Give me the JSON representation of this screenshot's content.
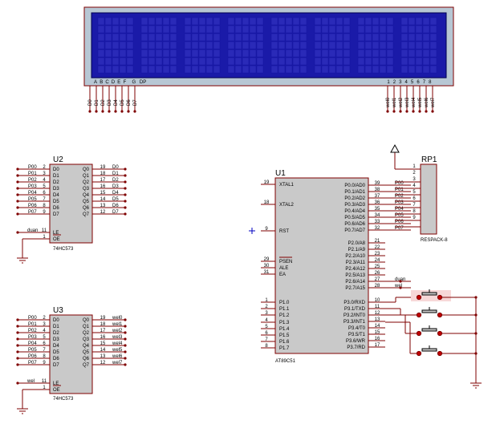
{
  "display": {
    "seg_labels": [
      "A",
      "B",
      "C",
      "D",
      "E",
      "F",
      "G",
      "DP"
    ],
    "digit_labels": [
      "1",
      "2",
      "3",
      "4",
      "5",
      "6",
      "7",
      "8"
    ],
    "seg_nets": [
      "D0",
      "D1",
      "D2",
      "D3",
      "D4",
      "D5",
      "D6",
      "D7"
    ],
    "digit_nets": [
      "wel0",
      "wel1",
      "wel2",
      "wel3",
      "wel4",
      "wel5",
      "wel6",
      "wel7"
    ]
  },
  "u2": {
    "ref": "U2",
    "part": "74HC573",
    "left_nets": [
      "P00",
      "P01",
      "P02",
      "P03",
      "P04",
      "P05",
      "P06",
      "P07"
    ],
    "left_pinno": [
      "2",
      "3",
      "4",
      "5",
      "6",
      "7",
      "8",
      "9"
    ],
    "left_pins": [
      "D0",
      "D1",
      "D2",
      "D3",
      "D4",
      "D5",
      "D6",
      "D7"
    ],
    "right_pins": [
      "Q0",
      "Q1",
      "Q2",
      "Q3",
      "Q4",
      "Q5",
      "Q6",
      "Q7"
    ],
    "right_pinno": [
      "19",
      "18",
      "17",
      "16",
      "15",
      "14",
      "13",
      "12"
    ],
    "right_nets": [
      "D0",
      "D1",
      "D2",
      "D3",
      "D4",
      "D5",
      "D6",
      "D7"
    ],
    "le_net": "duan",
    "le_pinno": "11",
    "oe_pinno": "1",
    "le_pin": "LE",
    "oe_pin": "OE"
  },
  "u3": {
    "ref": "U3",
    "part": "74HC573",
    "left_nets": [
      "P00",
      "P01",
      "P02",
      "P03",
      "P04",
      "P05",
      "P06",
      "P07"
    ],
    "left_pinno": [
      "2",
      "3",
      "4",
      "5",
      "6",
      "7",
      "8",
      "9"
    ],
    "left_pins": [
      "D0",
      "D1",
      "D2",
      "D3",
      "D4",
      "D5",
      "D6",
      "D7"
    ],
    "right_pins": [
      "Q0",
      "Q1",
      "Q2",
      "Q3",
      "Q4",
      "Q5",
      "Q6",
      "Q7"
    ],
    "right_pinno": [
      "19",
      "18",
      "17",
      "16",
      "15",
      "14",
      "13",
      "12"
    ],
    "right_nets": [
      "wel0",
      "wel1",
      "wel2",
      "wel3",
      "wel4",
      "wel5",
      "wel6",
      "wel7"
    ],
    "le_net": "wel",
    "le_pinno": "11",
    "oe_pinno": "1",
    "le_pin": "LE",
    "oe_pin": "OE"
  },
  "u1": {
    "ref": "U1",
    "part": "AT89C51",
    "left_pins": [
      {
        "no": "19",
        "name": "XTAL1"
      },
      {
        "no": "18",
        "name": "XTAL2"
      },
      {
        "no": "9",
        "name": "RST"
      },
      {
        "no": "29",
        "name": "PSEN"
      },
      {
        "no": "30",
        "name": "ALE"
      },
      {
        "no": "31",
        "name": "EA"
      },
      {
        "no": "1",
        "name": "P1.0"
      },
      {
        "no": "2",
        "name": "P1.1"
      },
      {
        "no": "3",
        "name": "P1.2"
      },
      {
        "no": "4",
        "name": "P1.3"
      },
      {
        "no": "5",
        "name": "P1.4"
      },
      {
        "no": "6",
        "name": "P1.5"
      },
      {
        "no": "7",
        "name": "P1.6"
      },
      {
        "no": "8",
        "name": "P1.7"
      }
    ],
    "right_pins": [
      {
        "no": "39",
        "name": "P0.0/AD0",
        "net": "P00"
      },
      {
        "no": "38",
        "name": "P0.1/AD1",
        "net": "P01"
      },
      {
        "no": "37",
        "name": "P0.2/AD2",
        "net": "P02"
      },
      {
        "no": "36",
        "name": "P0.3/AD3",
        "net": "P03"
      },
      {
        "no": "35",
        "name": "P0.4/AD4",
        "net": "P04"
      },
      {
        "no": "34",
        "name": "P0.5/AD5",
        "net": "P05"
      },
      {
        "no": "33",
        "name": "P0.6/AD6",
        "net": "P06"
      },
      {
        "no": "32",
        "name": "P0.7/AD7",
        "net": "P07"
      },
      {
        "no": "21",
        "name": "P2.0/A8",
        "net": ""
      },
      {
        "no": "22",
        "name": "P2.1/A9",
        "net": ""
      },
      {
        "no": "23",
        "name": "P2.2/A10",
        "net": ""
      },
      {
        "no": "24",
        "name": "P2.3/A11",
        "net": ""
      },
      {
        "no": "25",
        "name": "P2.4/A12",
        "net": ""
      },
      {
        "no": "26",
        "name": "P2.5/A13",
        "net": ""
      },
      {
        "no": "27",
        "name": "P2.6/A14",
        "net": "duan"
      },
      {
        "no": "28",
        "name": "P2.7/A15",
        "net": "wel"
      },
      {
        "no": "10",
        "name": "P3.0/RXD",
        "net": ""
      },
      {
        "no": "11",
        "name": "P3.1/TXD",
        "net": ""
      },
      {
        "no": "12",
        "name": "P3.2/INT0",
        "net": ""
      },
      {
        "no": "13",
        "name": "P3.3/INT1",
        "net": ""
      },
      {
        "no": "14",
        "name": "P3.4/T0",
        "net": ""
      },
      {
        "no": "15",
        "name": "P3.5/T1",
        "net": ""
      },
      {
        "no": "16",
        "name": "P3.6/WR",
        "net": ""
      },
      {
        "no": "17",
        "name": "P3.7/RD",
        "net": ""
      }
    ]
  },
  "rp1": {
    "ref": "RP1",
    "part": "RESPACK-8",
    "pinno": [
      "1",
      "2",
      "3",
      "4",
      "5",
      "6",
      "7",
      "8",
      "9"
    ]
  }
}
